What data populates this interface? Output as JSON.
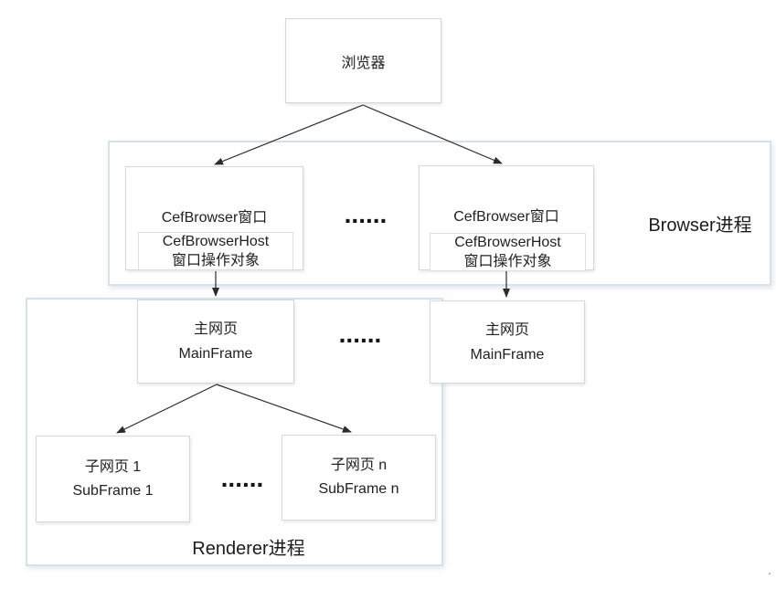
{
  "root_node": {
    "label": "浏览器"
  },
  "browser_process": {
    "label": "Browser进程",
    "ellipsis": "......",
    "windows": [
      {
        "title": "CefBrowser窗口",
        "host_name": "CefBrowserHost",
        "host_desc": "窗口操作对象"
      },
      {
        "title": "CefBrowser窗口",
        "host_name": "CefBrowserHost",
        "host_desc": "窗口操作对象"
      }
    ]
  },
  "renderer_process": {
    "label": "Renderer进程",
    "mainframe_ellipsis": "......",
    "subframe_ellipsis": "......",
    "mainframes": [
      {
        "title": "主网页",
        "subtitle": "MainFrame"
      },
      {
        "title": "主网页",
        "subtitle": "MainFrame"
      }
    ],
    "subframes": [
      {
        "title": "子网页 1",
        "subtitle": "SubFrame 1"
      },
      {
        "title": "子网页 n",
        "subtitle": "SubFrame n"
      }
    ]
  },
  "stray_mark": ".",
  "colors": {
    "node_border": "#d5d7da",
    "group_border": "#d7e1ea",
    "text": "#212121",
    "arrow": "#2b2b2b"
  }
}
